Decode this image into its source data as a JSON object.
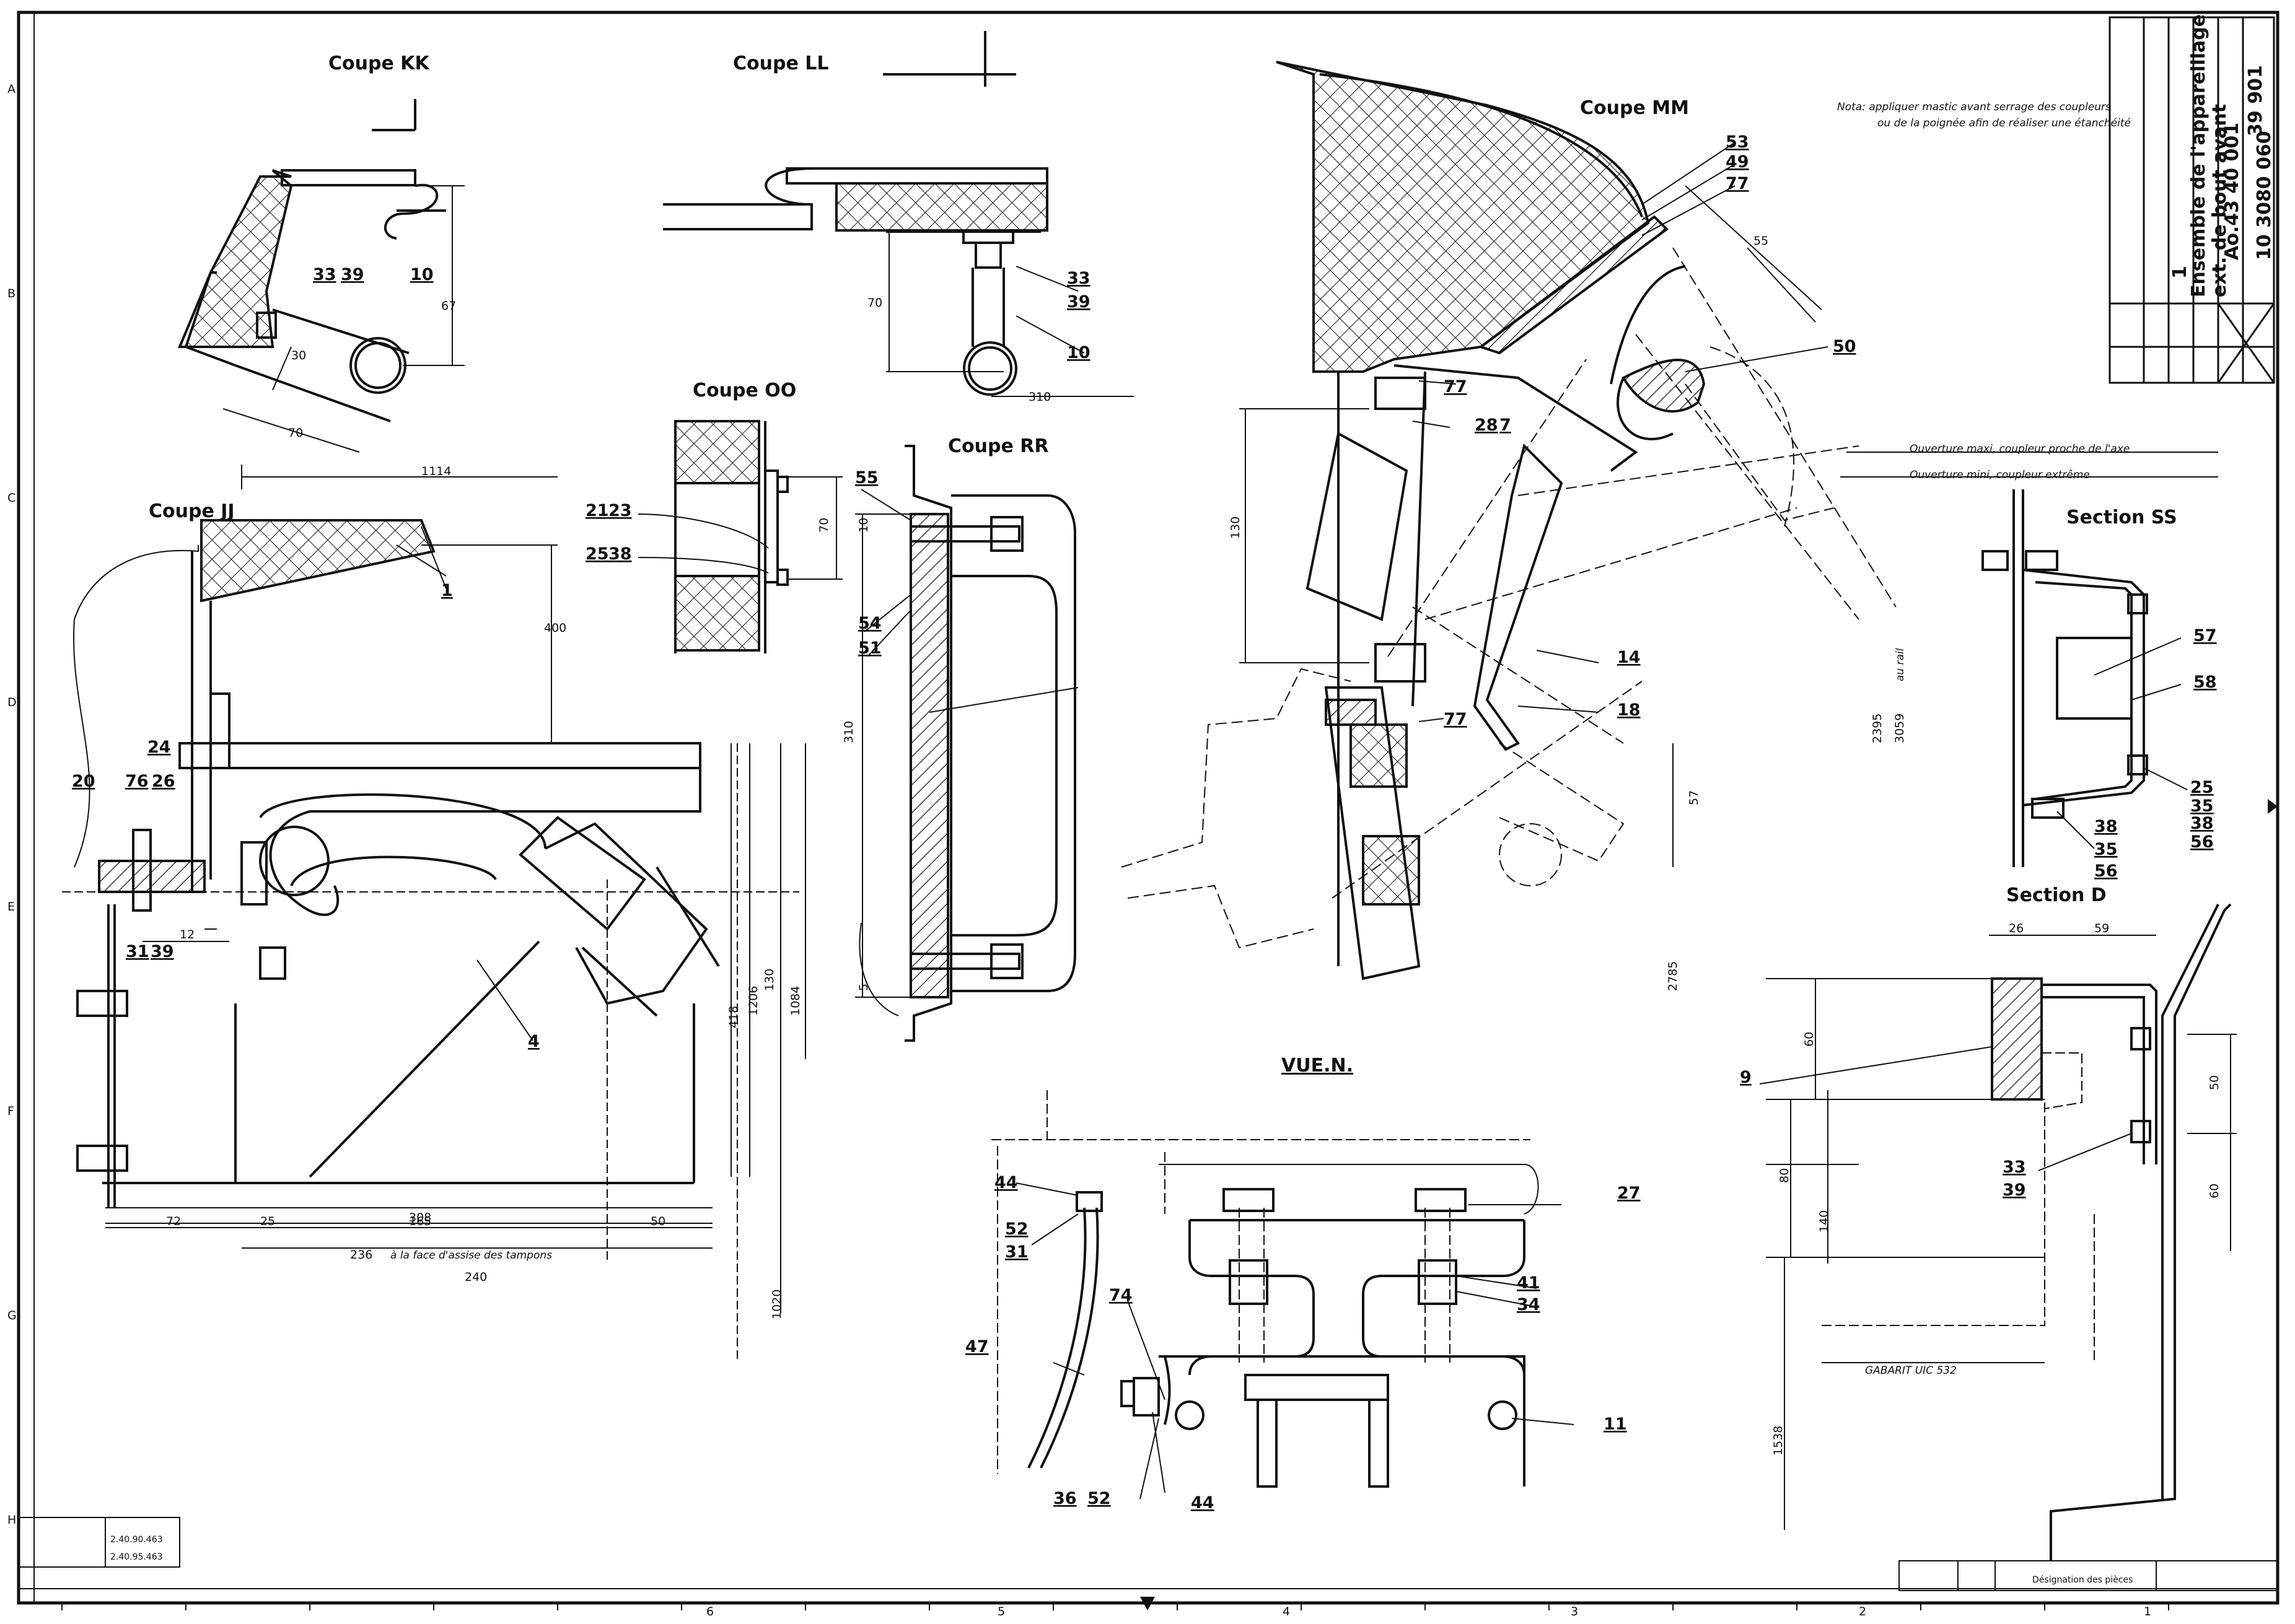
{
  "sections": {
    "kk": "Coupe KK",
    "ll": "Coupe LL",
    "jj": "Coupe JJ",
    "oo": "Coupe OO",
    "rr": "Coupe RR",
    "mm": "Coupe MM",
    "ss": "Section SS",
    "d": "Section D",
    "vue_n": "VUE.N."
  },
  "note": {
    "line1": "Nota: appliquer mastic avant serrage des coupleurs",
    "line2": "ou de la poignée afin de réaliser une étanchéité"
  },
  "title_block": {
    "number": "Ao.43 40 001",
    "title1": "Ensemble de l'appareillage",
    "title2": "ext. de bout avant",
    "code1": "39 901",
    "code2": "10 3080 060",
    "qty": "1"
  },
  "callouts": {
    "kk": [
      "33",
      "39",
      "10"
    ],
    "ll": [
      "33",
      "39",
      "10"
    ],
    "jj": [
      "1",
      "24",
      "20",
      "76",
      "26",
      "31",
      "39",
      "4"
    ],
    "oo": [
      "21",
      "23",
      "25",
      "38"
    ],
    "rr": [
      "55",
      "54",
      "51"
    ],
    "mm": [
      "53",
      "49",
      "77",
      "50",
      "77",
      "28",
      "7",
      "14",
      "18",
      "77"
    ],
    "ss": [
      "57",
      "58",
      "25",
      "35",
      "38",
      "56",
      "38",
      "35",
      "56"
    ],
    "d": [
      "9",
      "33",
      "39"
    ],
    "vue_n": [
      "44",
      "52",
      "31",
      "47",
      "74",
      "27",
      "41",
      "34",
      "11",
      "36",
      "52",
      "44"
    ]
  },
  "dimensions": {
    "kk": [
      "70",
      "30",
      "67"
    ],
    "ll": [
      "70",
      "310"
    ],
    "jj": [
      "1114",
      "400",
      "12",
      "308",
      "72",
      "25",
      "165",
      "50",
      "236",
      "240",
      "1206",
      "130",
      "1084",
      "1020",
      "418"
    ],
    "oo": [
      "70"
    ],
    "rr": [
      "310",
      "10",
      "5"
    ],
    "mm": [
      "130",
      "55",
      "57",
      "2785",
      "2395",
      "3059"
    ],
    "d": [
      "26",
      "59",
      "60",
      "50",
      "60",
      "80",
      "140",
      "1538"
    ]
  },
  "annotations": {
    "ouverture_maxi": "Ouverture maxi, coupleur proche de l'axe",
    "ouverture_mini": "Ouverture mini, coupleur extrême",
    "tampons": "à la face d'assise des tampons",
    "gabarit": "GABARIT UIC 532",
    "plan_rail": "au rail"
  },
  "footer": {
    "ref1": "2.40.90.463",
    "ref2": "2.40.95.463",
    "designation": "Désignation des pièces"
  },
  "grid": {
    "rows": [
      "A",
      "B",
      "C",
      "D",
      "E",
      "F",
      "G",
      "H"
    ],
    "cols": [
      "6",
      "5",
      "4",
      "3",
      "2",
      "1"
    ]
  }
}
